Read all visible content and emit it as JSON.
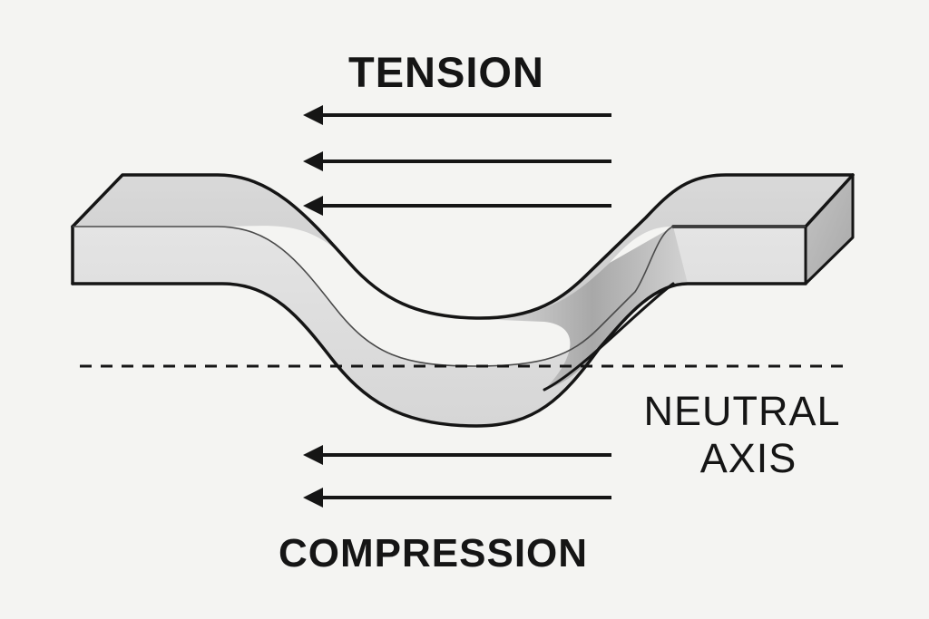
{
  "labels": {
    "tension": "TENSION",
    "compression": "COMPRESSION",
    "neutral_axis_line1": "NEUTRAL",
    "neutral_axis_line2": "AXIS"
  },
  "colors": {
    "background": "#f4f4f2",
    "ink": "#151515",
    "beam_face": "#e2e2e2",
    "beam_top": "#cfcfcf",
    "beam_shadow": "#a9a9a9"
  },
  "arrows": {
    "tension_count": 3,
    "compression_count": 2,
    "direction": "left"
  }
}
